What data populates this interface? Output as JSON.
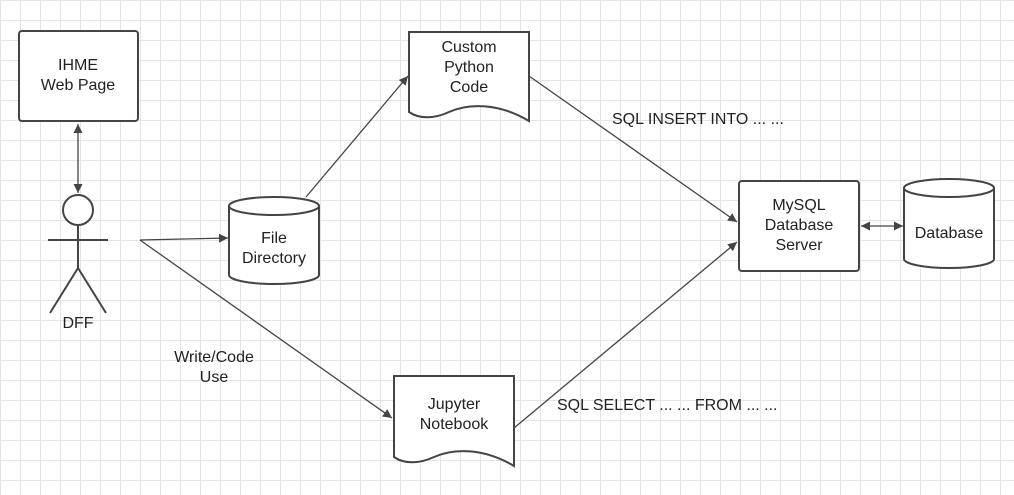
{
  "nodes": {
    "ihme": {
      "lines": [
        "IHME",
        "Web Page"
      ]
    },
    "actor": {
      "label": "DFF"
    },
    "file_directory": {
      "lines": [
        "File",
        "Directory"
      ]
    },
    "custom_python": {
      "lines": [
        "Custom",
        "Python",
        "Code"
      ]
    },
    "jupyter": {
      "lines": [
        "Jupyter",
        "Notebook"
      ]
    },
    "mysql": {
      "lines": [
        "MySQL",
        "Database",
        "Server"
      ]
    },
    "database": {
      "lines": [
        "Database"
      ]
    }
  },
  "edge_labels": {
    "write_code_use": [
      "Write/Code",
      "Use"
    ],
    "sql_insert": "SQL INSERT INTO ... ...",
    "sql_select": "SQL SELECT ... ... FROM ... ..."
  }
}
